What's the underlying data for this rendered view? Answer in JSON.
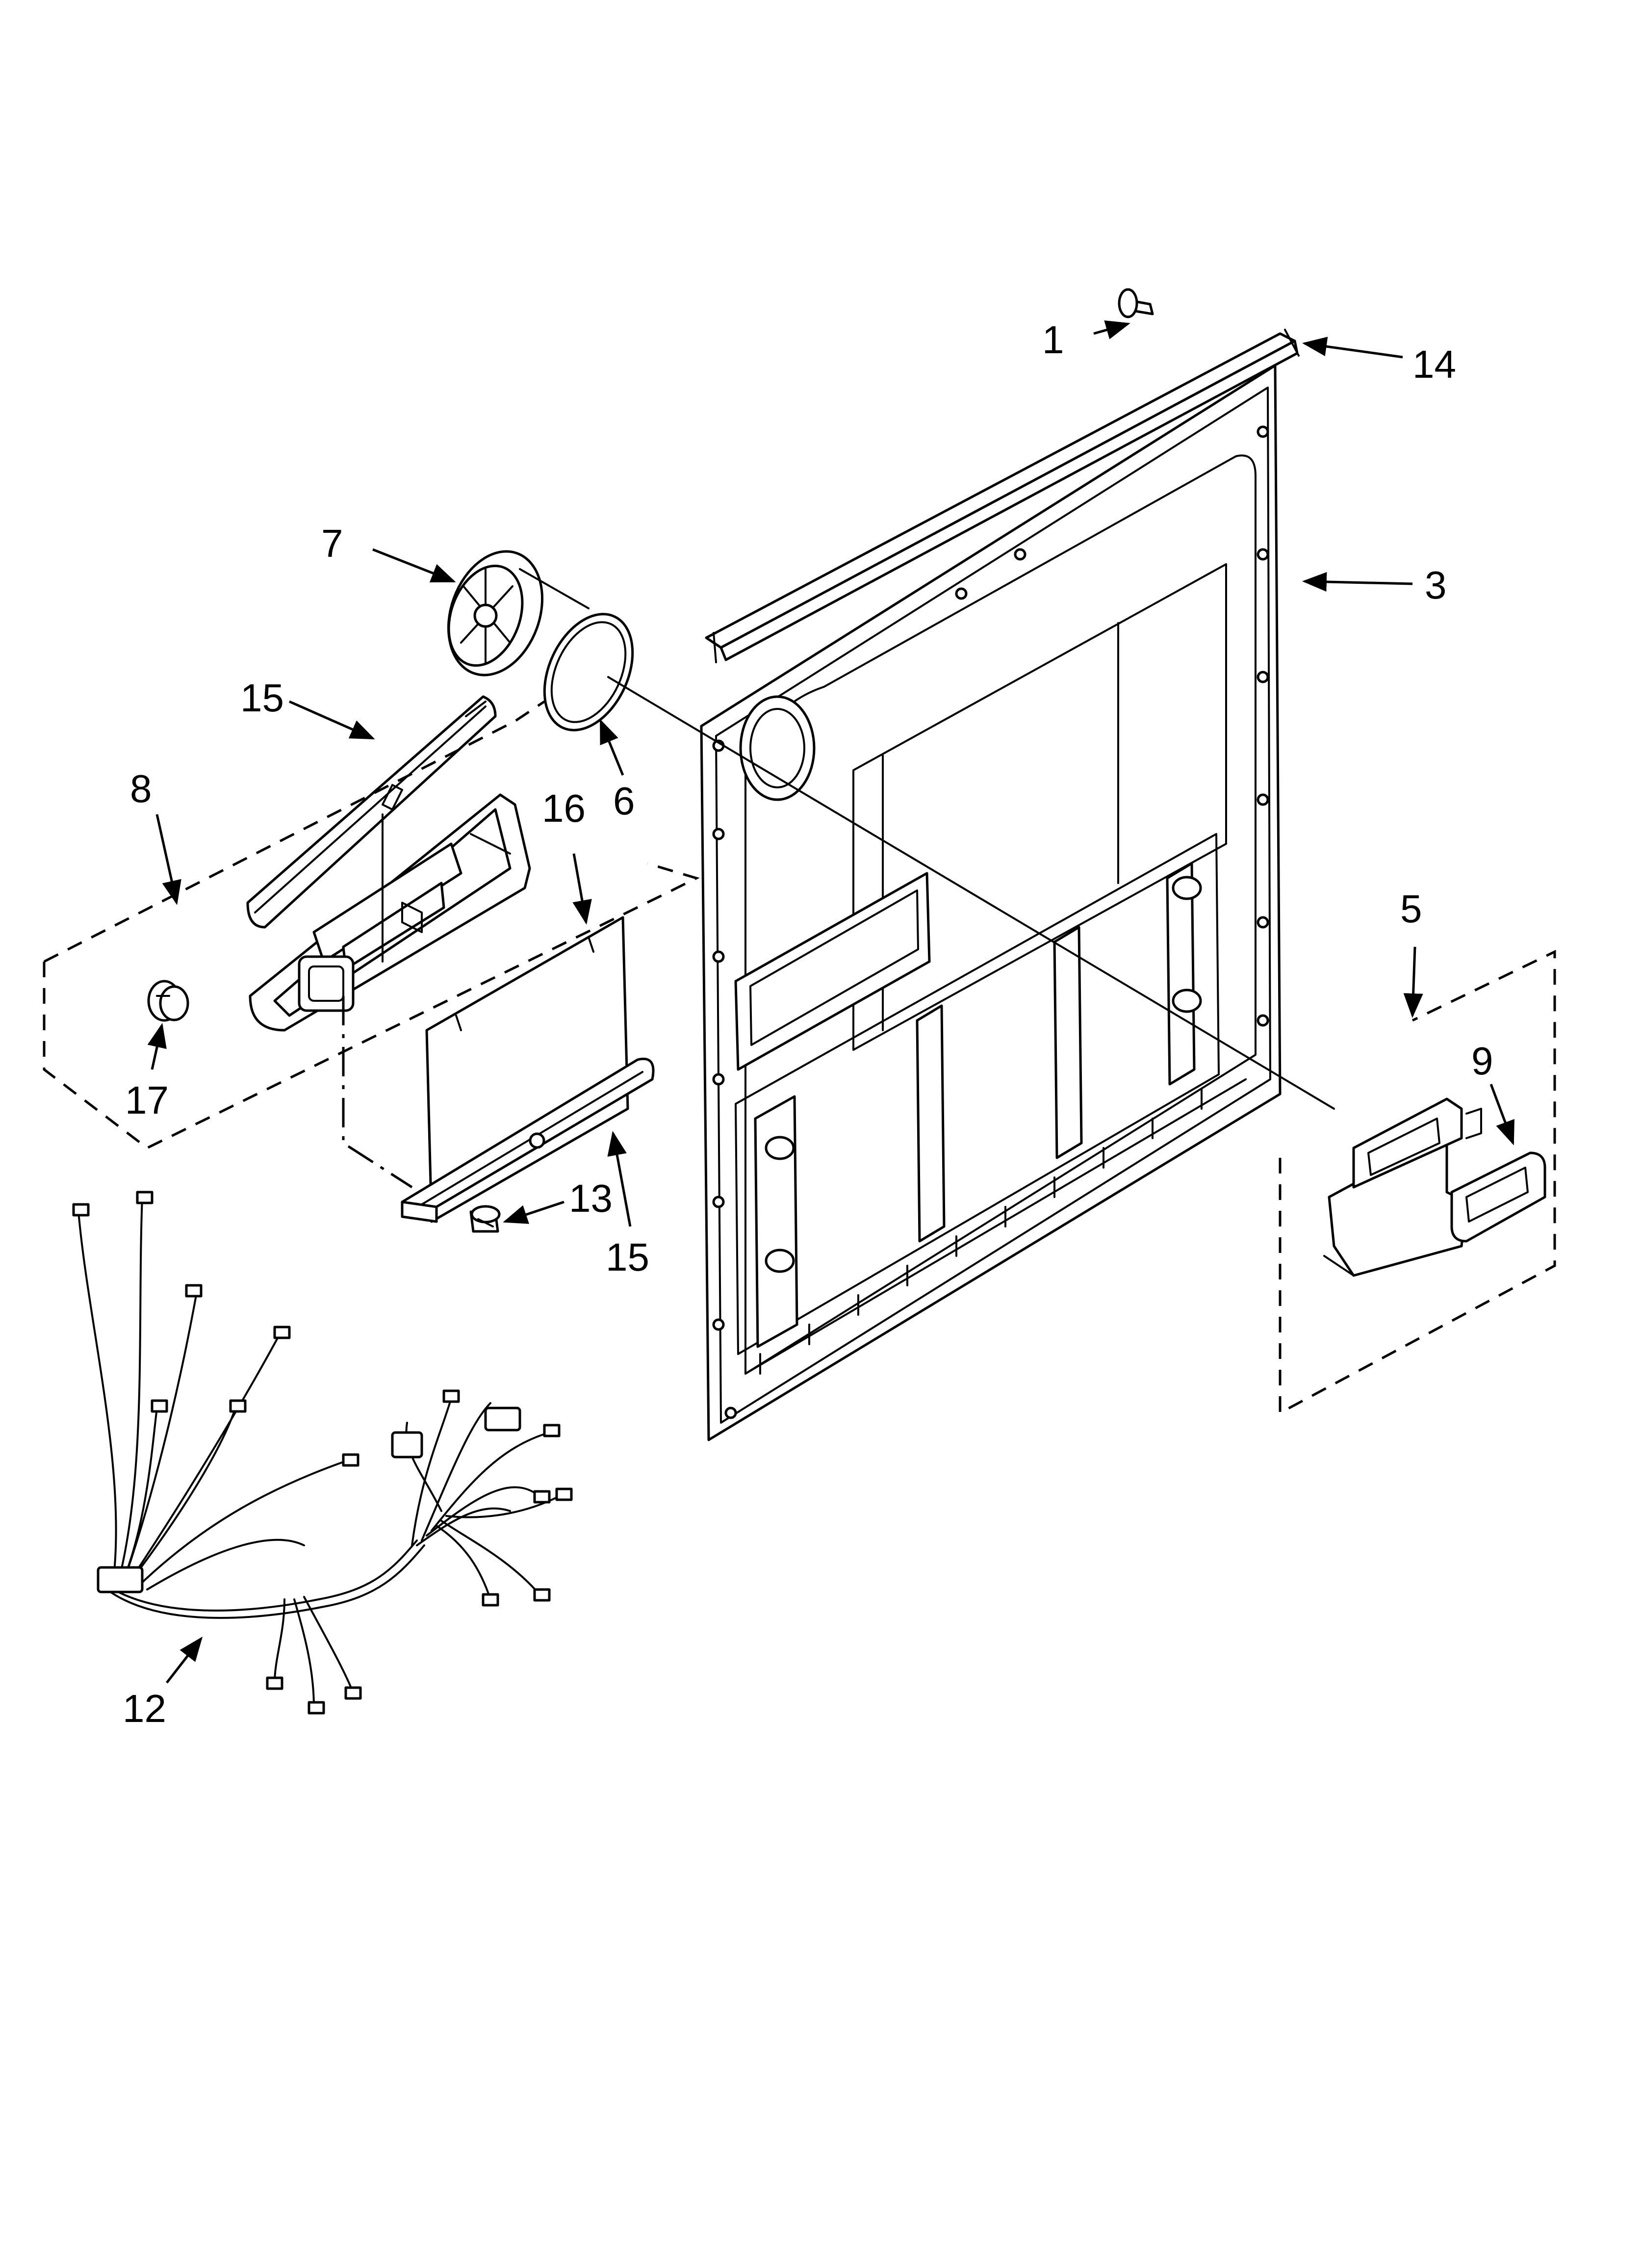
{
  "callouts": [
    {
      "id": "1",
      "label": "1"
    },
    {
      "id": "14",
      "label": "14"
    },
    {
      "id": "3",
      "label": "3"
    },
    {
      "id": "7",
      "label": "7"
    },
    {
      "id": "6",
      "label": "6"
    },
    {
      "id": "15a",
      "label": "15"
    },
    {
      "id": "8",
      "label": "8"
    },
    {
      "id": "16",
      "label": "16"
    },
    {
      "id": "17",
      "label": "17"
    },
    {
      "id": "5",
      "label": "5"
    },
    {
      "id": "9",
      "label": "9"
    },
    {
      "id": "13",
      "label": "13"
    },
    {
      "id": "15b",
      "label": "15"
    },
    {
      "id": "12",
      "label": "12"
    }
  ],
  "colors": {
    "line": "#000000",
    "background": "#ffffff"
  }
}
